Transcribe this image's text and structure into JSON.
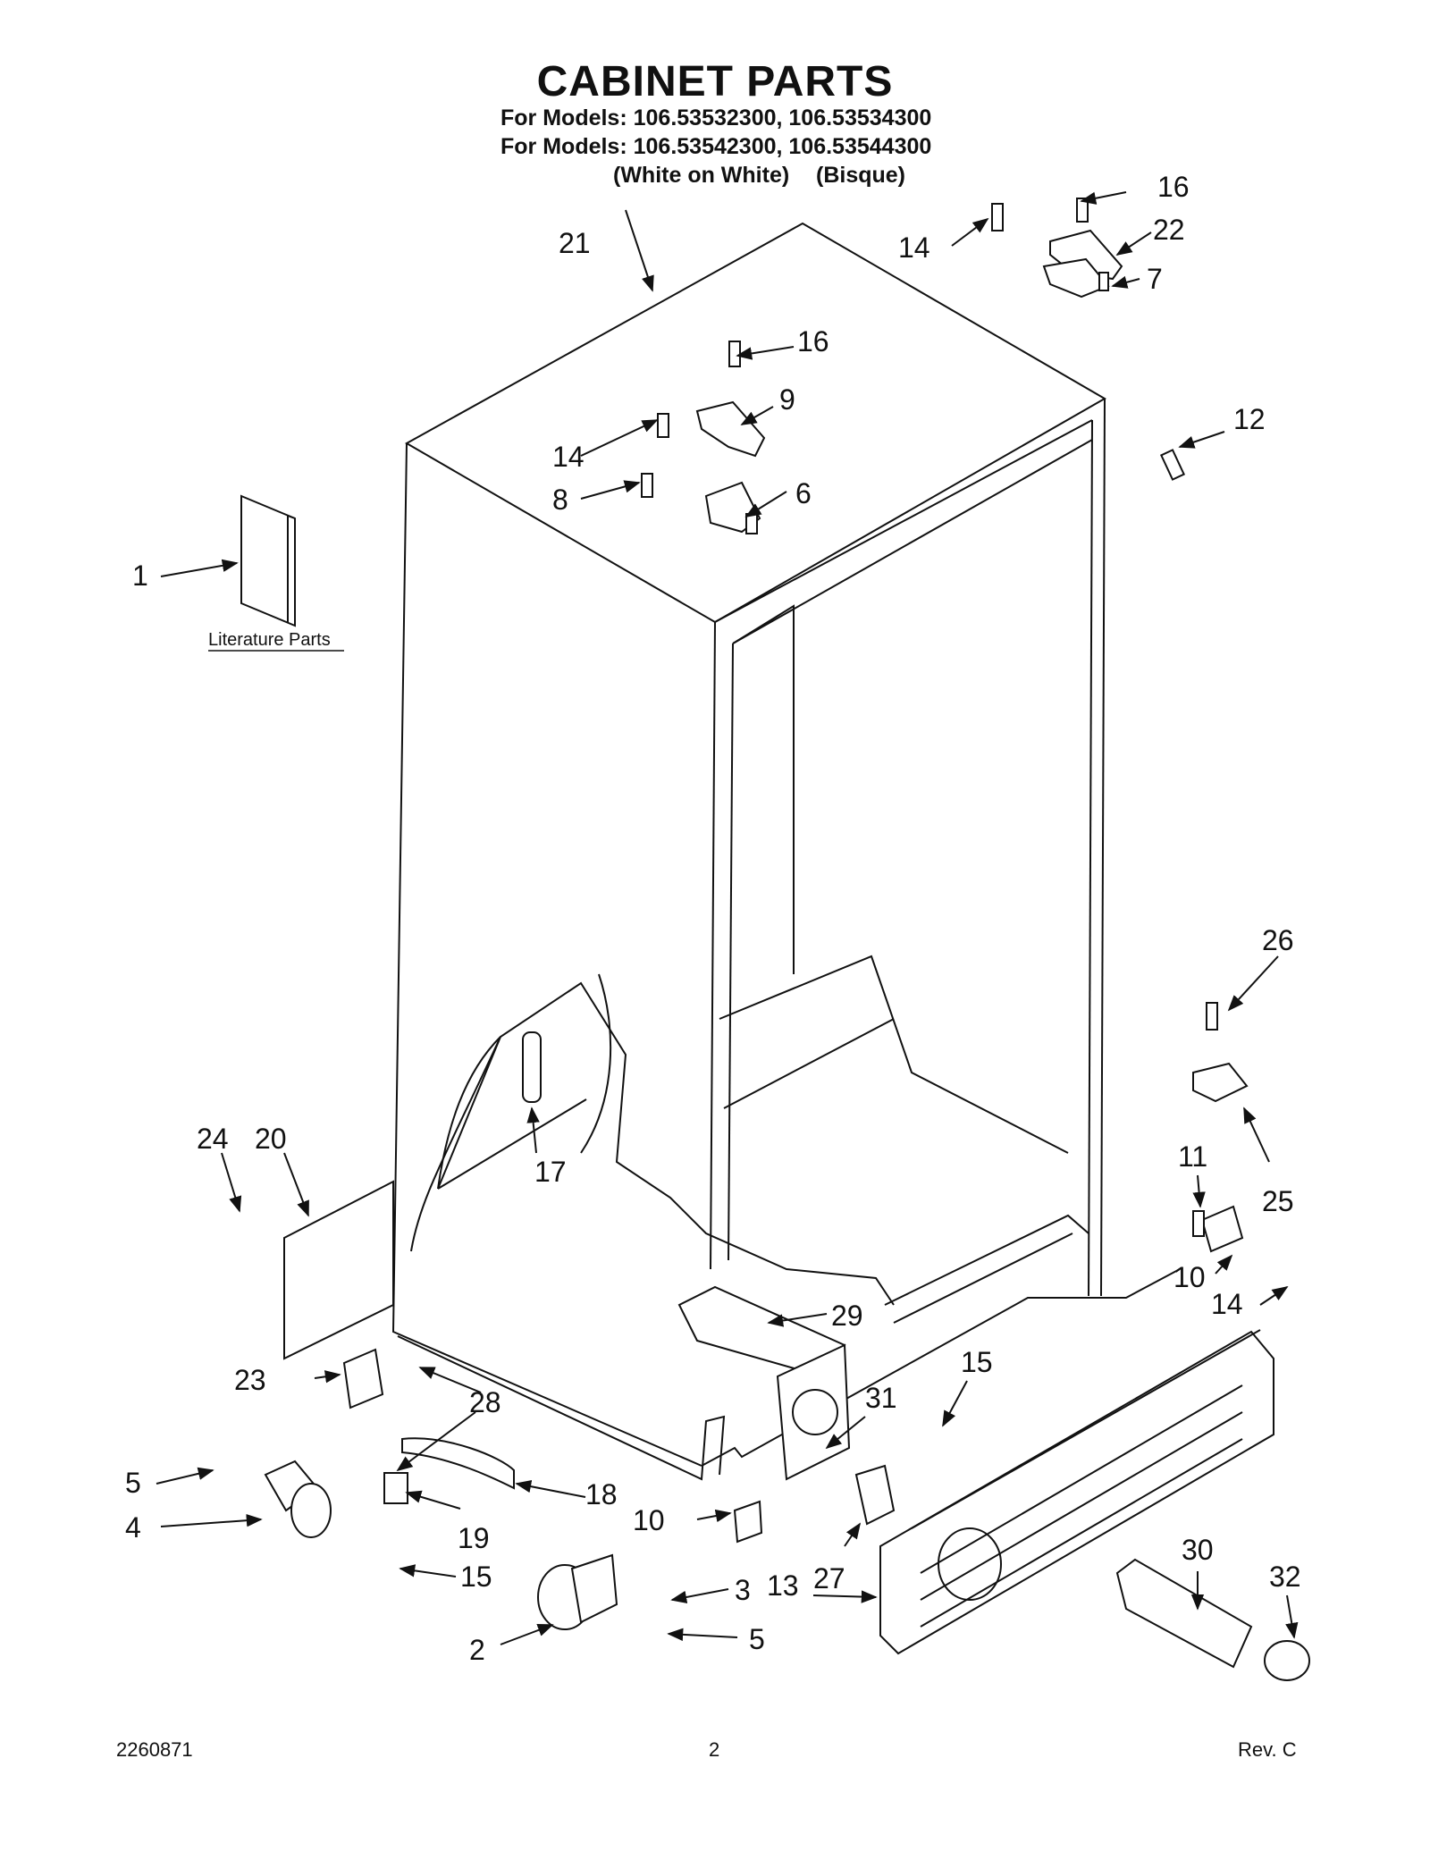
{
  "header": {
    "title": "CABINET PARTS",
    "models_line1": "For Models: 106.53532300, 106.53534300",
    "models_line2": "For Models: 106.53542300, 106.53544300",
    "variant_white": "(White on White)",
    "variant_bisque": "(Bisque)"
  },
  "literature_label": "Literature Parts",
  "callouts": [
    "1",
    "2",
    "3",
    "4",
    "5",
    "5",
    "6",
    "7",
    "8",
    "9",
    "10",
    "10",
    "11",
    "12",
    "13",
    "14",
    "14",
    "14",
    "15",
    "15",
    "16",
    "16",
    "17",
    "18",
    "19",
    "20",
    "21",
    "22",
    "23",
    "24",
    "25",
    "26",
    "27",
    "28",
    "29",
    "30",
    "31",
    "32"
  ],
  "footer": {
    "doc_number": "2260871",
    "page_number": "2",
    "revision": "Rev. C"
  }
}
